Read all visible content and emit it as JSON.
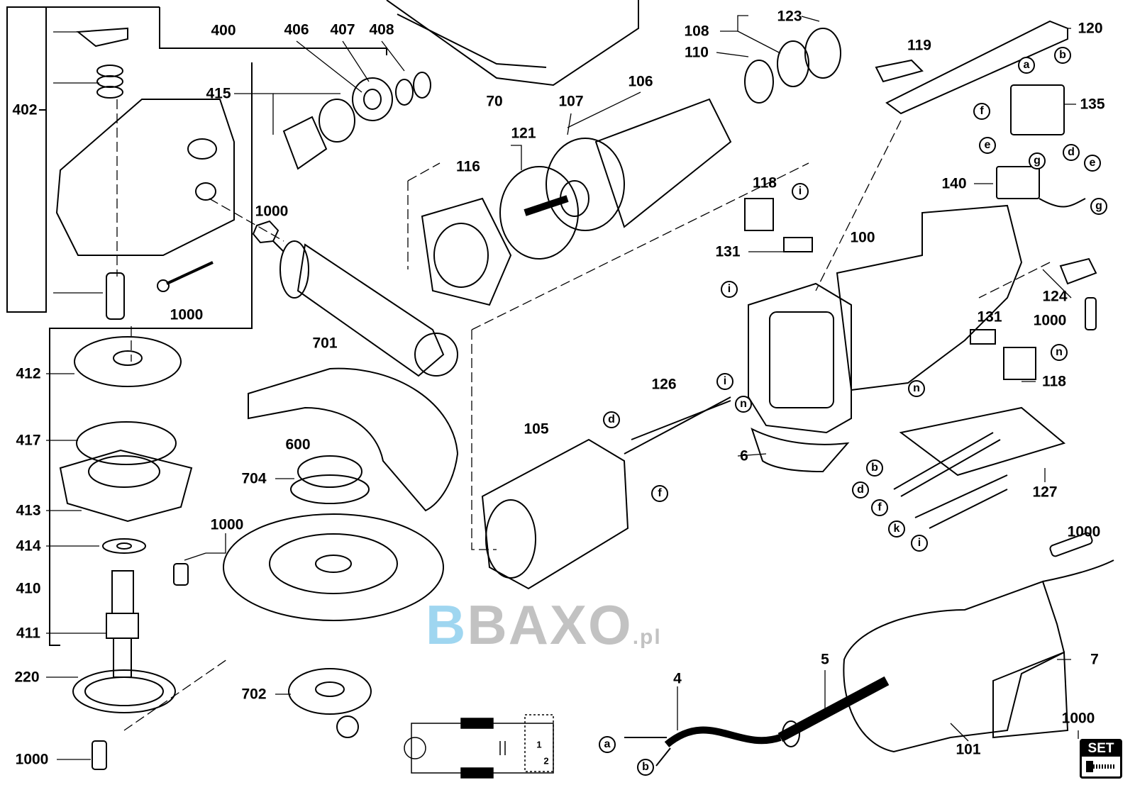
{
  "watermark": {
    "brand_letter": "B",
    "text": "BAXO",
    "suffix": ".pl"
  },
  "set_badge": {
    "label": "SET"
  },
  "callouts": [
    "400",
    "406",
    "407",
    "408",
    "402",
    "415",
    "1000",
    "1000",
    "701",
    "412",
    "417",
    "413",
    "414",
    "410",
    "411",
    "220",
    "1000",
    "1000",
    "600",
    "704",
    "702",
    "70",
    "107",
    "106",
    "121",
    "116",
    "108",
    "110",
    "123",
    "119",
    "120",
    "135",
    "140",
    "118",
    "131",
    "100",
    "124",
    "1000",
    "131",
    "118",
    "126",
    "105",
    "6",
    "127",
    "1000",
    "7",
    "5",
    "4",
    "101",
    "1000"
  ],
  "letters": [
    "a",
    "b",
    "f",
    "e",
    "g",
    "d",
    "e",
    "g",
    "i",
    "i",
    "n",
    "n",
    "i",
    "n",
    "d",
    "f",
    "b",
    "d",
    "f",
    "k",
    "i",
    "a",
    "b"
  ],
  "schematic": {
    "switch_labels": [
      "1",
      "2"
    ]
  }
}
